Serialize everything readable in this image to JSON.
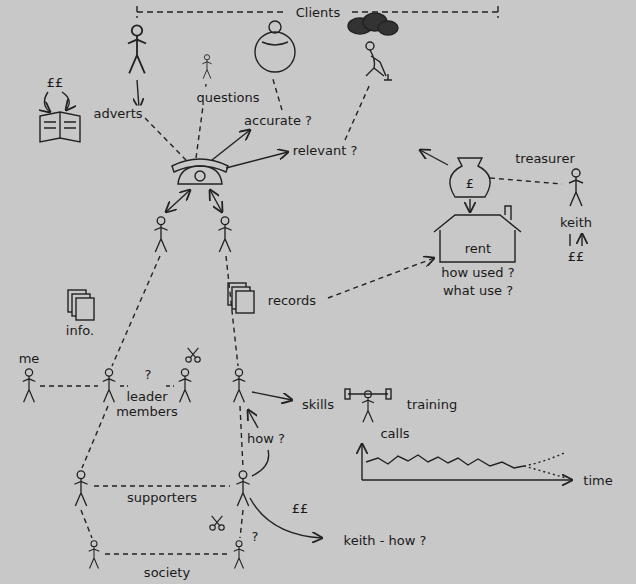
{
  "diagram": {
    "labels": [
      "Clients",
      "questions",
      "accurate ?",
      "relevant ?",
      "££",
      "adverts",
      "treasurer",
      "keith",
      "££",
      "£",
      "rent",
      "how used ?",
      "what use ?",
      "records",
      "info.",
      "me",
      "?",
      "leader",
      "members",
      "skills",
      "training",
      "calls",
      "time",
      "how ?",
      "supporters",
      "££",
      "?",
      "keith - how ?",
      "society"
    ]
  }
}
